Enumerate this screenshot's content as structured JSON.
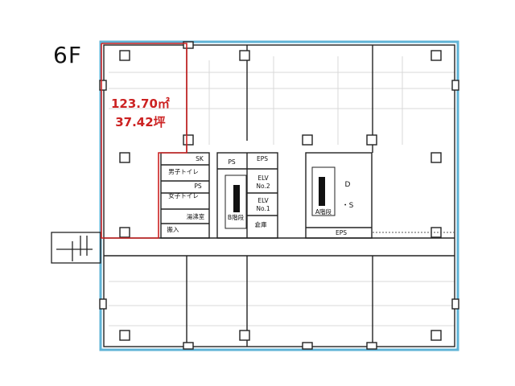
{
  "floor": {
    "label": "6F"
  },
  "unit": {
    "area_m2": "123.70㎡",
    "area_tsubo": "37.42坪",
    "highlight_color": "#cc2222"
  },
  "rooms": {
    "sk": "SK",
    "ps_left": "PS",
    "ps_center": "PS",
    "eps_top": "EPS",
    "eps_bottom": "EPS",
    "mens_toilet": "男子トイレ",
    "womens_toilet": "女子トイレ",
    "kitchen": "湯沸室",
    "import": "搬入",
    "stairs_b": "B階段",
    "stairs_a": "A階段",
    "storage": "倉庫",
    "elv2_line1": "ELV",
    "elv2_line2": "No.2",
    "elv1_line1": "ELV",
    "elv1_line2": "No.1",
    "ds_line1": "D",
    "ds_line2": "・S"
  },
  "colors": {
    "outer_wall": "#5fb3d6",
    "wall": "#222222",
    "grid": "#cfcfcf"
  }
}
